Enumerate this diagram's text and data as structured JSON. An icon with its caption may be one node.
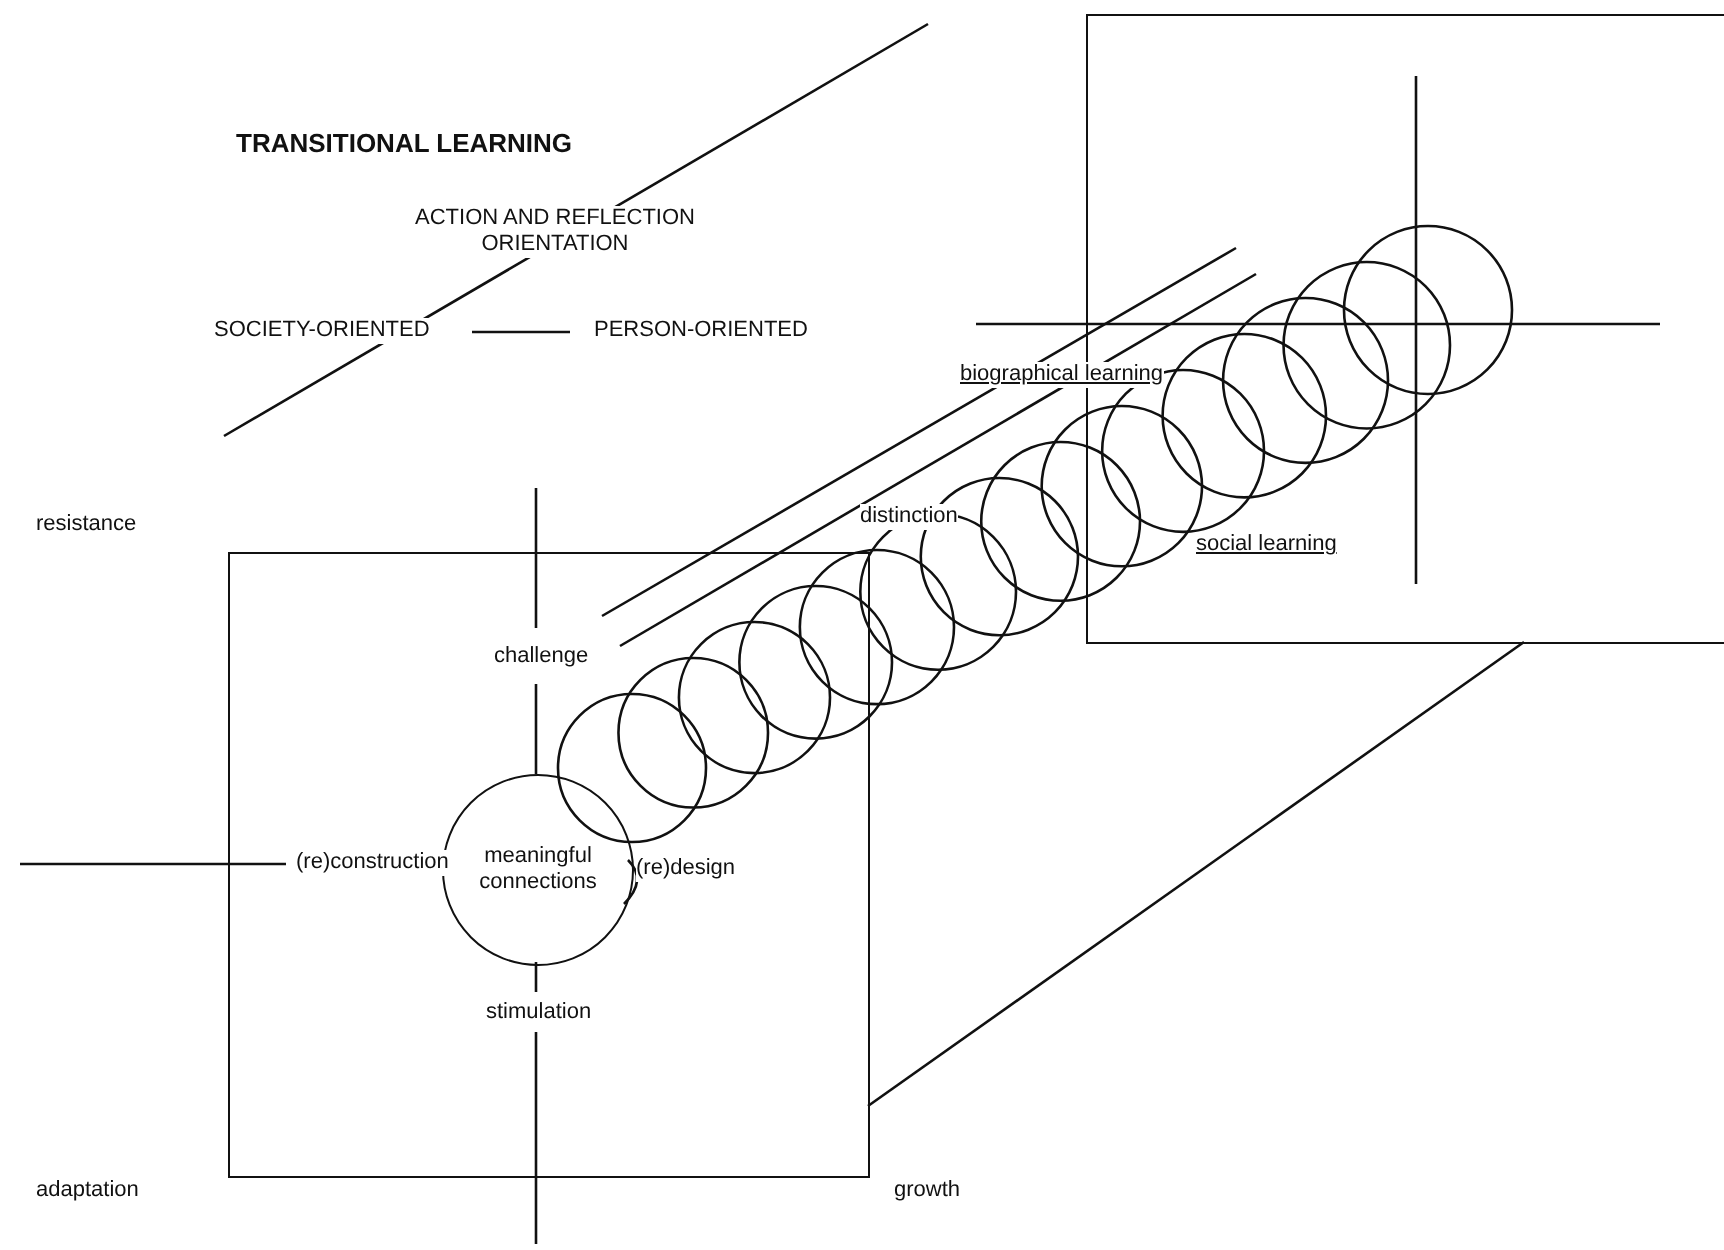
{
  "diagram": {
    "title": "TRANSITIONAL LEARNING",
    "nodes": [
      {
        "text": [],
        "shape": "box"
      },
      {
        "text": [
          "meaningful connections"
        ],
        "in": 0
      },
      {
        "text": [],
        "shape": "box"
      }
    ],
    "edges": [
      {
        "from": 0,
        "to": 2,
        "arrow": "none"
      }
    ],
    "labels": [
      "ACTION AND REFLECTION ORIENTATION",
      "SOCIETY-ORIENTED",
      "PERSON-ORIENTED",
      "biographical learning",
      "resistance",
      "distinction",
      "social learning",
      "challenge",
      "(re)construction",
      "(re)design",
      "stimulation",
      "adaptation",
      "growth"
    ]
  }
}
